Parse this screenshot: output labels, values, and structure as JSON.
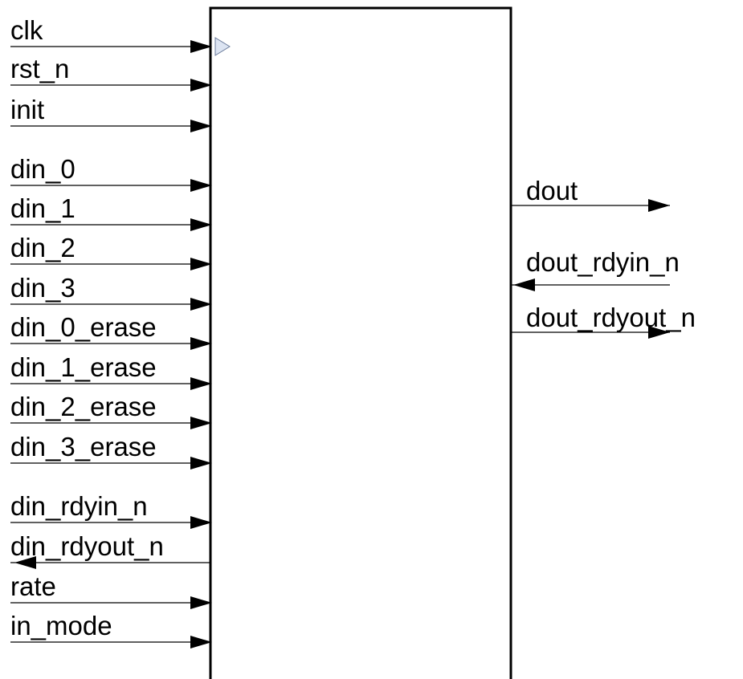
{
  "block": {
    "inputs_left": [
      {
        "name": "clk",
        "direction": "in",
        "clock": true
      },
      {
        "name": "rst_n",
        "direction": "in"
      },
      {
        "name": "init",
        "direction": "in"
      },
      {
        "name": "din_0",
        "direction": "in"
      },
      {
        "name": "din_1",
        "direction": "in"
      },
      {
        "name": "din_2",
        "direction": "in"
      },
      {
        "name": "din_3",
        "direction": "in"
      },
      {
        "name": "din_0_erase",
        "direction": "in"
      },
      {
        "name": "din_1_erase",
        "direction": "in"
      },
      {
        "name": "din_2_erase",
        "direction": "in"
      },
      {
        "name": "din_3_erase",
        "direction": "in"
      },
      {
        "name": "din_rdyin_n",
        "direction": "in"
      },
      {
        "name": "din_rdyout_n",
        "direction": "out"
      },
      {
        "name": "rate",
        "direction": "in"
      },
      {
        "name": "in_mode",
        "direction": "in"
      }
    ],
    "ports_right": [
      {
        "name": "dout",
        "direction": "out"
      },
      {
        "name": "dout_rdyin_n",
        "direction": "in"
      },
      {
        "name": "dout_rdyout_n",
        "direction": "out"
      }
    ]
  },
  "colors": {
    "line": "#000000",
    "background": "#ffffff",
    "clock_marker": "#dce4f2"
  }
}
